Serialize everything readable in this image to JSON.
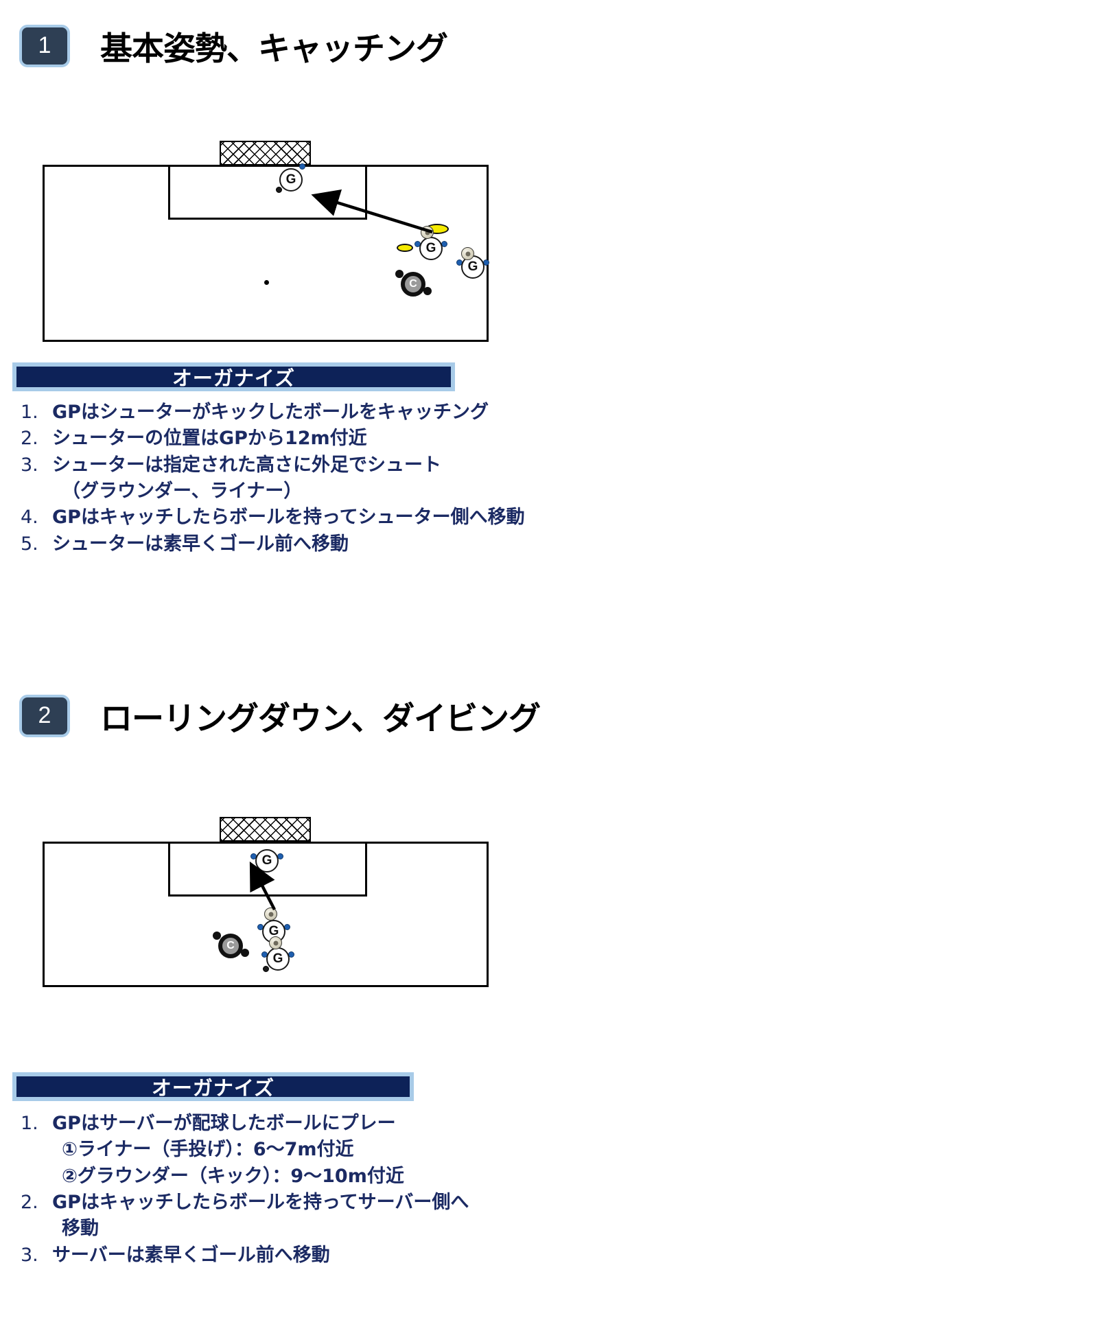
{
  "document": {
    "type": "goalkeeper-training-plan"
  },
  "colors": {
    "badge_fill": "#2e3f54",
    "badge_border": "#a8cbe8",
    "banner_fill": "#0d2258",
    "banner_border": "#a8cbe8",
    "list_text": "#1b2a63",
    "cone": "#f5ea00",
    "player_arm": "#1f5fb0"
  },
  "sections": [
    {
      "number": "1",
      "title": "基本姿勢、キャッチング",
      "organize_label": "オーガナイズ",
      "items": [
        {
          "num": "1.",
          "text": "GPはシューターがキックしたボールをキャッチング",
          "cont": []
        },
        {
          "num": "2.",
          "text": "シューターの位置はGPから12m付近",
          "cont": []
        },
        {
          "num": "3.",
          "text": "シューターは指定された高さに外足でシュート",
          "cont": [
            "（グラウンダー、ライナー）"
          ]
        },
        {
          "num": "4.",
          "text": "GPはキャッチしたらボールを持ってシューター側へ移動",
          "cont": []
        },
        {
          "num": "5.",
          "text": "シューターは素早くゴール前へ移動",
          "cont": []
        }
      ],
      "diagram": {
        "goalkeeper_label": "G",
        "shooter_label": "G",
        "coach_label": "C",
        "icons": [
          "goal-net",
          "penalty-area",
          "penalty-spot",
          "goalkeeper",
          "shooter",
          "coach",
          "soccer-ball",
          "cone",
          "shot-arrow"
        ]
      }
    },
    {
      "number": "2",
      "title": "ローリングダウン、ダイビング",
      "organize_label": "オーガナイズ",
      "items": [
        {
          "num": "1.",
          "text": "GPはサーバーが配球したボールにプレー",
          "cont": [
            "①ライナー（手投げ）：6〜7m付近",
            "②グラウンダー（キック）：9〜10m付近"
          ]
        },
        {
          "num": "2.",
          "text": "GPはキャッチしたらボールを持ってサーバー側へ",
          "cont": [
            "移動"
          ]
        },
        {
          "num": "3.",
          "text": "サーバーは素早くゴール前へ移動",
          "cont": []
        }
      ],
      "diagram": {
        "goalkeeper_label": "G",
        "server_label": "G",
        "server2_label": "G",
        "coach_label": "C",
        "icons": [
          "goal-net",
          "penalty-area",
          "goalkeeper",
          "server",
          "coach",
          "soccer-ball",
          "serve-arrow"
        ]
      }
    }
  ]
}
